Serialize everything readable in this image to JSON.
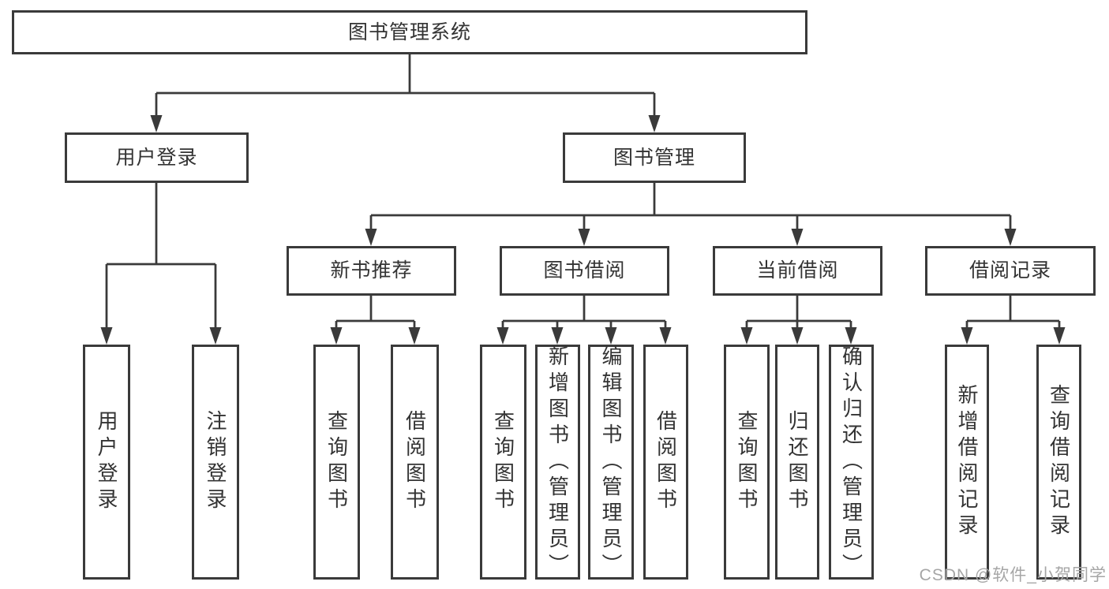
{
  "diagram": {
    "root": {
      "label": "图书管理系统"
    },
    "level2": {
      "user_login": {
        "label": "用户登录"
      },
      "book_management": {
        "label": "图书管理"
      }
    },
    "level3": {
      "new_book_recommend": {
        "label": "新书推荐"
      },
      "book_borrow": {
        "label": "图书借阅"
      },
      "current_borrow": {
        "label": "当前借阅"
      },
      "borrow_record": {
        "label": "借阅记录"
      }
    },
    "leaves": {
      "user_login": {
        "label": "用户登录"
      },
      "logout": {
        "label": "注销登录"
      },
      "nbr_query_book": {
        "label": "查询图书"
      },
      "nbr_borrow_book": {
        "label": "借阅图书"
      },
      "bb_query_book": {
        "label": "查询图书"
      },
      "bb_add_book": {
        "label": "新增图书（管理员）"
      },
      "bb_edit_book": {
        "label": "编辑图书（管理员）"
      },
      "bb_borrow_book": {
        "label": "借阅图书"
      },
      "cb_query_book": {
        "label": "查询图书"
      },
      "cb_return_book": {
        "label": "归还图书"
      },
      "cb_confirm_return": {
        "label": "确认归还（管理员）"
      },
      "br_add_record": {
        "label": "新增借阅记录"
      },
      "br_query_record": {
        "label": "查询借阅记录"
      }
    }
  },
  "watermark": {
    "text": "CSDN @软件_小贺同学"
  },
  "colors": {
    "line": "#3a3a3a",
    "text": "#333333",
    "watermark": "#a6a6a6",
    "background": "#ffffff"
  }
}
